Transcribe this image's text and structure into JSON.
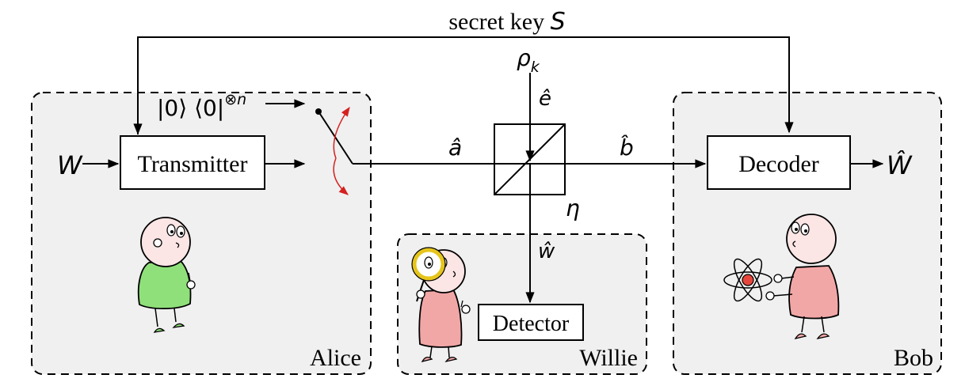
{
  "top_label": {
    "text": "secret key ",
    "symbol": "S"
  },
  "alice": {
    "label": "Alice",
    "input": "W",
    "state_prefix": "|0⟩ ⟨0|",
    "state_exp": "⊗n",
    "transmitter": "Transmitter",
    "shirt_color": "#8fe07a"
  },
  "channel": {
    "a": "â",
    "b": "b̂",
    "e": "ê",
    "rho": "ρ",
    "rho_sub": "k",
    "eta": "η",
    "w": "ŵ"
  },
  "willie": {
    "label": "Willie",
    "detector": "Detector",
    "shirt_color": "#f2a7a7"
  },
  "bob": {
    "label": "Bob",
    "decoder": "Decoder",
    "output": "Ŵ",
    "shirt_color": "#f2a7a7"
  },
  "colors": {
    "panel": "#f0f0f0",
    "switch_arrow": "#d62020",
    "atom_nucleus": "#e8463c",
    "lens": "#e6c51a"
  }
}
